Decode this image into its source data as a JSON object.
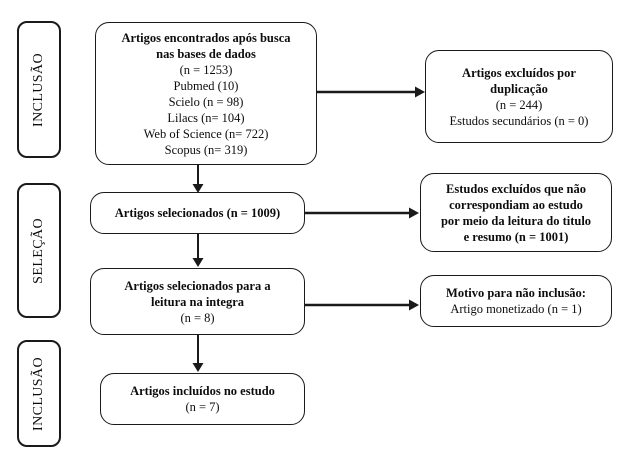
{
  "diagram": {
    "title": "PRISMA flow diagram",
    "line_color": "#1a1a1a",
    "background": "#ffffff"
  },
  "stages": [
    {
      "id": "stage-inclusao-top",
      "label": "INCLUSÃO"
    },
    {
      "id": "stage-selecao",
      "label": "SELEÇÃO"
    },
    {
      "id": "stage-inclusao-bottom",
      "label": "INCLUSÃO"
    }
  ],
  "nodes": {
    "identification": {
      "name": "articles-found-box",
      "lines": [
        {
          "text": "Artigos encontrados após busca",
          "bold": true
        },
        {
          "text": "nas bases de dados",
          "bold": true
        },
        {
          "text": "(n = 1253)",
          "bold": false
        },
        {
          "text": "Pubmed (10)",
          "bold": false
        },
        {
          "text": "Scielo (n = 98)",
          "bold": false
        },
        {
          "text": "Lilacs (n= 104)",
          "bold": false
        },
        {
          "text": "Web of Science (n= 722)",
          "bold": false
        },
        {
          "text": "Scopus (n= 319)",
          "bold": false
        }
      ]
    },
    "duplicates_excluded": {
      "name": "duplicates-excluded-box",
      "lines": [
        {
          "text": "Artigos excluídos por",
          "bold": true
        },
        {
          "text": "duplicação",
          "bold": true
        },
        {
          "text": "(n = 244)",
          "bold": false
        },
        {
          "text": "Estudos secundários (n = 0)",
          "bold": false
        }
      ]
    },
    "selected": {
      "name": "articles-selected-box",
      "lines": [
        {
          "text": "Artigos selecionados (n = 1009)",
          "bold": true
        }
      ]
    },
    "screening_excluded": {
      "name": "screening-excluded-box",
      "lines": [
        {
          "text": "Estudos excluídos que não",
          "bold": true
        },
        {
          "text": "correspondiam ao estudo",
          "bold": true
        },
        {
          "text": "por meio da leitura do titulo",
          "bold": true
        },
        {
          "text": "e resumo (n = 1001)",
          "bold": true
        }
      ]
    },
    "full_text": {
      "name": "full-text-reading-box",
      "lines": [
        {
          "text": "Artigos selecionados para a",
          "bold": true
        },
        {
          "text": "leitura na integra",
          "bold": true
        },
        {
          "text": "(n = 8)",
          "bold": false
        }
      ]
    },
    "eligibility_excluded": {
      "name": "non-inclusion-reason-box",
      "lines": [
        {
          "text": "Motivo para não inclusão:",
          "bold": true
        },
        {
          "text": "Artigo monetizado (n = 1)",
          "bold": false
        }
      ]
    },
    "included": {
      "name": "articles-included-box",
      "lines": [
        {
          "text": "Artigos incluídos no estudo",
          "bold": true
        },
        {
          "text": "(n = 7)",
          "bold": false
        }
      ]
    }
  },
  "connectors": [
    {
      "name": "arrow-identification-to-duplicates",
      "direction": "right"
    },
    {
      "name": "arrow-identification-to-selected",
      "direction": "down"
    },
    {
      "name": "arrow-selected-to-screening-excluded",
      "direction": "right"
    },
    {
      "name": "arrow-selected-to-full-text",
      "direction": "down"
    },
    {
      "name": "arrow-full-text-to-eligibility-excluded",
      "direction": "right"
    },
    {
      "name": "arrow-full-text-to-included",
      "direction": "down"
    }
  ]
}
